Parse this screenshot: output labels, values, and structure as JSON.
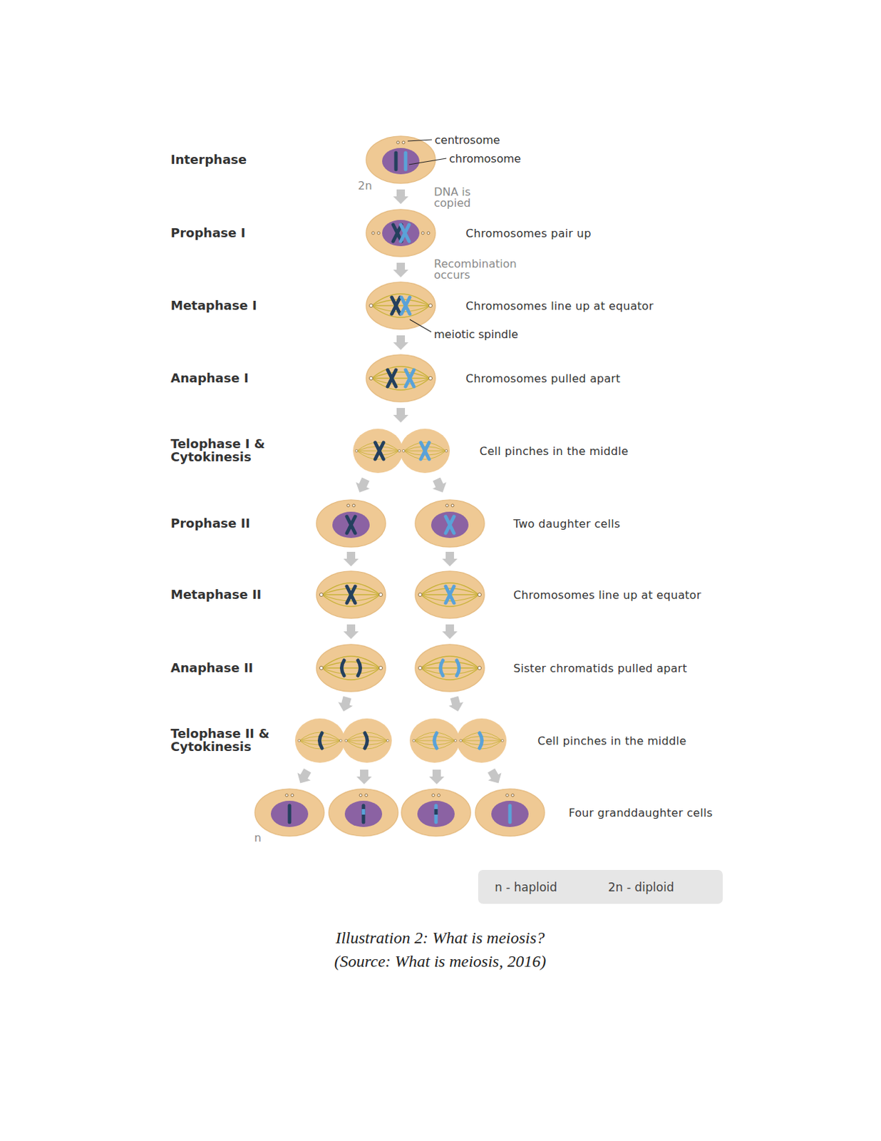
{
  "diagram": {
    "caption": "Illustration 2: What is meiosis?",
    "labels": [
      "centrosome",
      "chromosome",
      "Interphase",
      "2n",
      "DNA is copied",
      "Prophase I",
      "Chromosomes pair up",
      "Recombination occurs",
      "Metaphase I",
      "Chromosomes line up at equator",
      "meiotic spindle",
      "Anaphase I",
      "Chromosomes pulled apart",
      "Telophase I & Cytokinesis",
      "Cell pinches in the middle",
      "Prophase II",
      "Two daughter cells",
      "Metaphase II",
      "Chromosomes line up at equator",
      "Anaphase II",
      "Sister chromatids pulled apart",
      "Telophase II & Cytokinesis",
      "Cell pinches in the middle",
      "Four granddaughter cells",
      "n",
      "(Source: What is meiosis, 2016)"
    ],
    "legend": [
      {
        "text": "n - haploid"
      },
      {
        "text": "2n - diploid"
      }
    ]
  }
}
